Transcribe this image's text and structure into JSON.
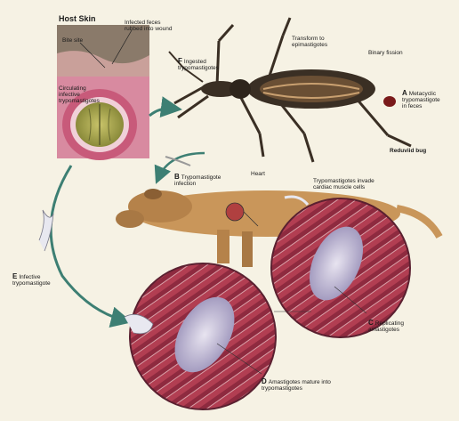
{
  "skin_panel": {
    "title": "Host Skin",
    "bite_site": "Bite site",
    "infected_feces": "Infected feces\nrubbed into wound",
    "circulating": "Circulating\ninfective\ntrypomastigotes"
  },
  "stages": {
    "A": {
      "letter": "A",
      "text": "Metacyclic\ntrypomastigote\nin feces"
    },
    "B": {
      "letter": "B",
      "text": "Trypomastigote\ninfection"
    },
    "C": {
      "letter": "C",
      "text": "Replicating\namastigotes"
    },
    "D": {
      "letter": "D",
      "text": "Amastigotes mature into\ntrypomastigotes"
    },
    "E": {
      "letter": "E",
      "text": "Infective\ntrypomastigote"
    },
    "F": {
      "letter": "F",
      "text": "Ingested\ntrypomastigotes"
    }
  },
  "bug_labels": {
    "transform": "Transform to\nepimastigotes",
    "binary": "Binary fission",
    "reduviid": "Reduviid bug"
  },
  "dog_labels": {
    "heart": "Heart",
    "invade": "Trypomastigotes invade\ncardiac muscle cells"
  },
  "colors": {
    "background": "#f6f2e4",
    "muscle": "#a8394c",
    "cycle_arrow": "#3d7f73",
    "bug_body": "#3a2f24",
    "dog": "#c9965a"
  }
}
